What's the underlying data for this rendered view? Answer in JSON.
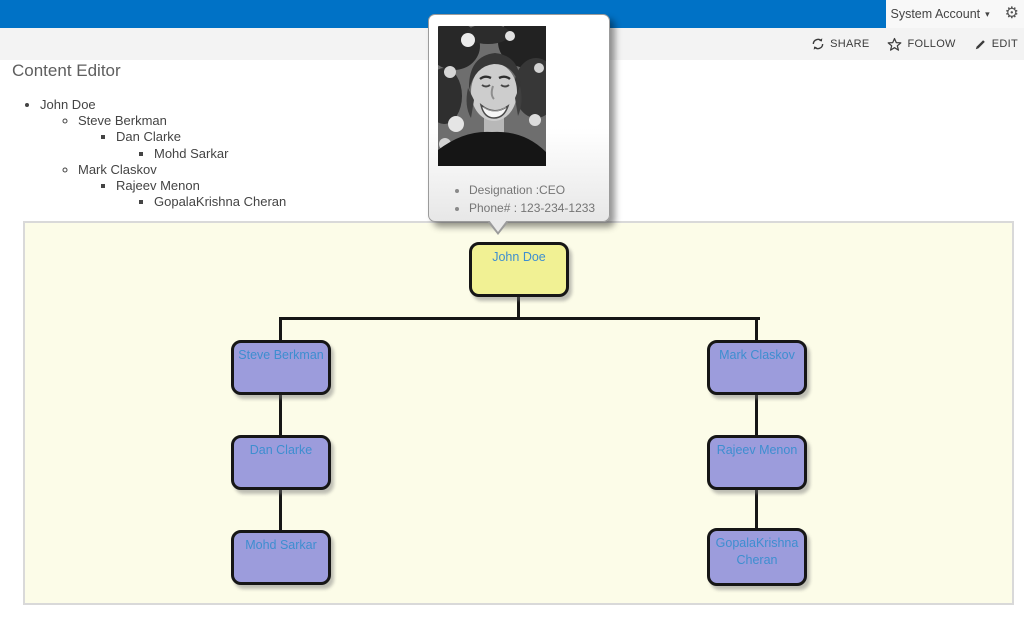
{
  "suite_bar": {
    "account_label": "System Account"
  },
  "icons": {
    "gear": "⚙",
    "caret": "▾"
  },
  "ribbon": {
    "share": "SHARE",
    "follow": "FOLLOW",
    "edit": "EDIT"
  },
  "page": {
    "title": "Content Editor"
  },
  "outline": {
    "items": [
      "John Doe",
      "Steve Berkman",
      "Dan Clarke",
      "Mohd Sarkar",
      "Mark Claskov",
      "Rajeev Menon",
      "GopalaKrishna Cheran"
    ]
  },
  "tooltip": {
    "details": [
      "Designation :CEO",
      "Phone# : 123-234-1233"
    ]
  },
  "org_chart": {
    "root": "John Doe",
    "branches": [
      [
        "Steve Berkman",
        "Dan Clarke",
        "Mohd Sarkar"
      ],
      [
        "Mark Claskov",
        "Rajeev Menon",
        "GopalaKrishna Cheran"
      ]
    ]
  },
  "colors": {
    "suite_bar_blue": "#0072C6",
    "ribbon_bg": "#F3F3F3",
    "chart_bg": "#FCFCE8",
    "root_node_fill": "#F1F194",
    "node_fill": "#9C9CDC",
    "node_text": "#3E8ED0",
    "connector": "#161616"
  }
}
